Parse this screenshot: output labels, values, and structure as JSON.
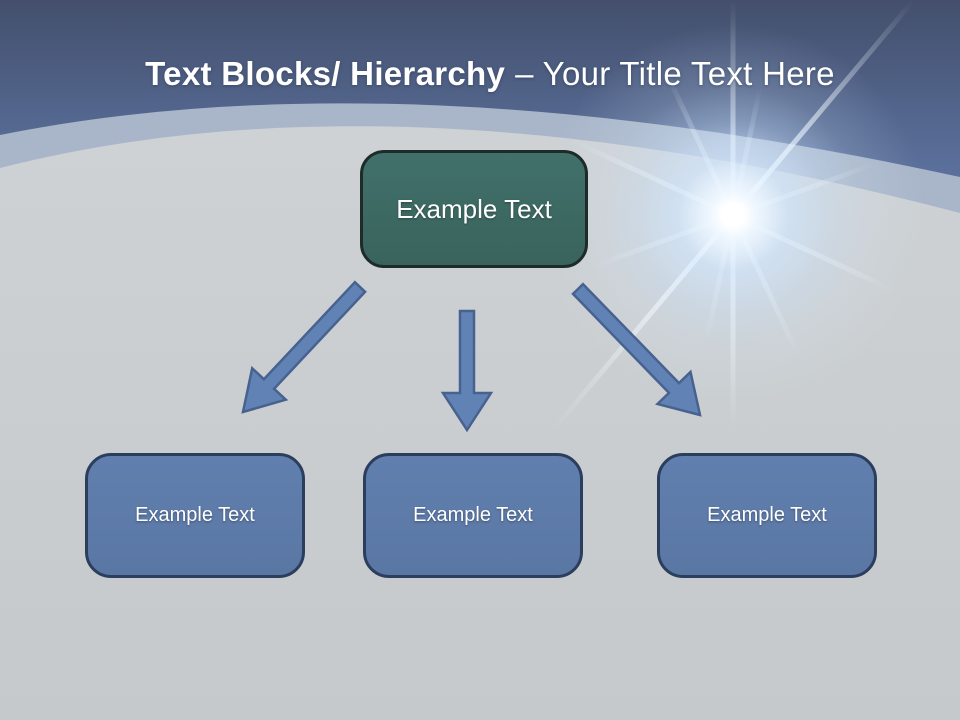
{
  "title": {
    "bold": "Text Blocks/ Hierarchy",
    "rest": "– Your Title Text Here"
  },
  "hierarchy": {
    "root": {
      "label": "Example Text"
    },
    "children": [
      {
        "label": "Example Text"
      },
      {
        "label": "Example Text"
      },
      {
        "label": "Example Text"
      }
    ]
  },
  "colors": {
    "header_top": "#434f6c",
    "header_bottom": "#6078a6",
    "curve_band": "#a9b6c9",
    "body_top": "#ced2d5",
    "body_bottom": "#c5c9cb",
    "root_box_fill": "#3d6963",
    "root_box_border": "#1d2b29",
    "child_box_fill": "#5e7cab",
    "child_box_border": "#2c3e5e",
    "arrow_fill": "#6182b4",
    "arrow_border": "#47628f",
    "title_text": "#ffffff",
    "box_text": "#ffffff"
  }
}
